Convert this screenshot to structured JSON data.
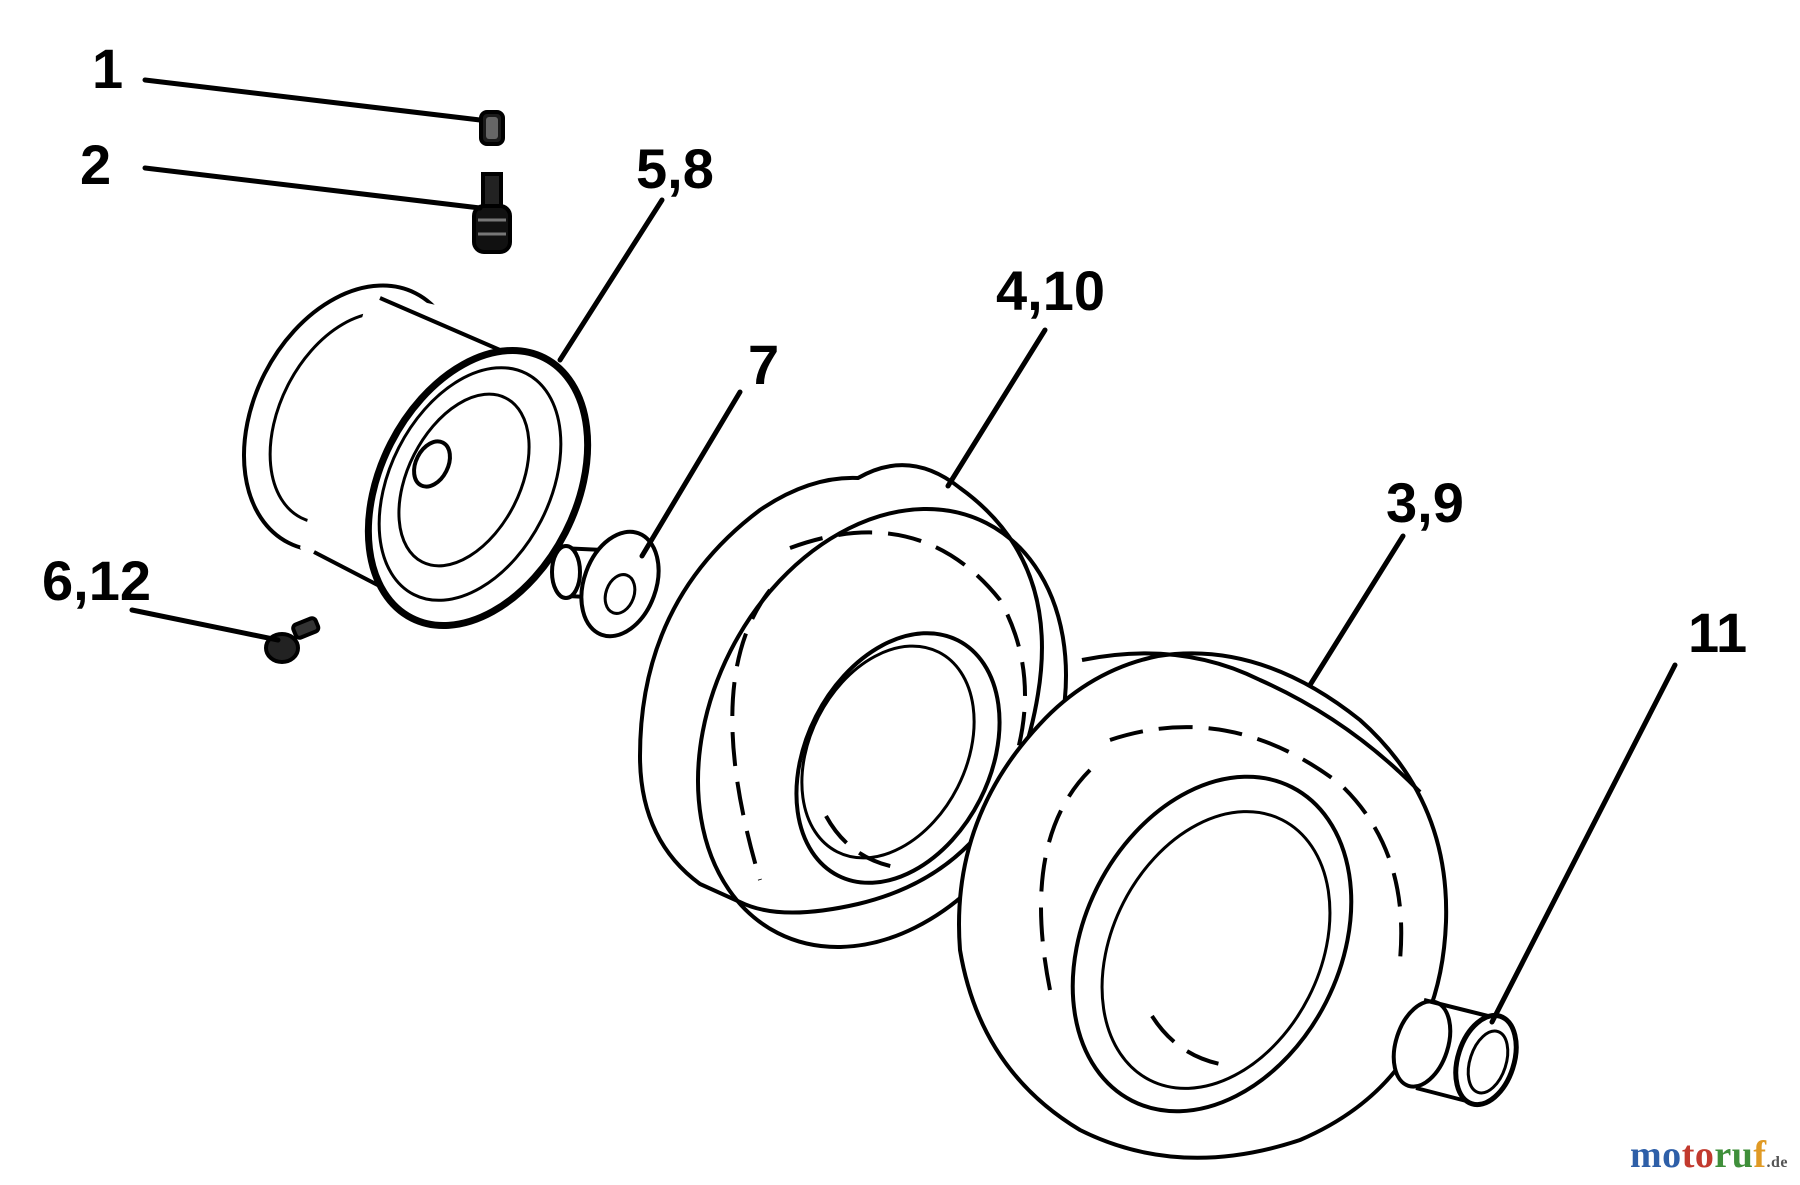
{
  "callouts": {
    "c1": "1",
    "c2": "2",
    "c58": "5,8",
    "c410": "4,10",
    "c7": "7",
    "c612": "6,12",
    "c39": "3,9",
    "c11": "11"
  },
  "watermark": {
    "text": "motoruf.de"
  }
}
